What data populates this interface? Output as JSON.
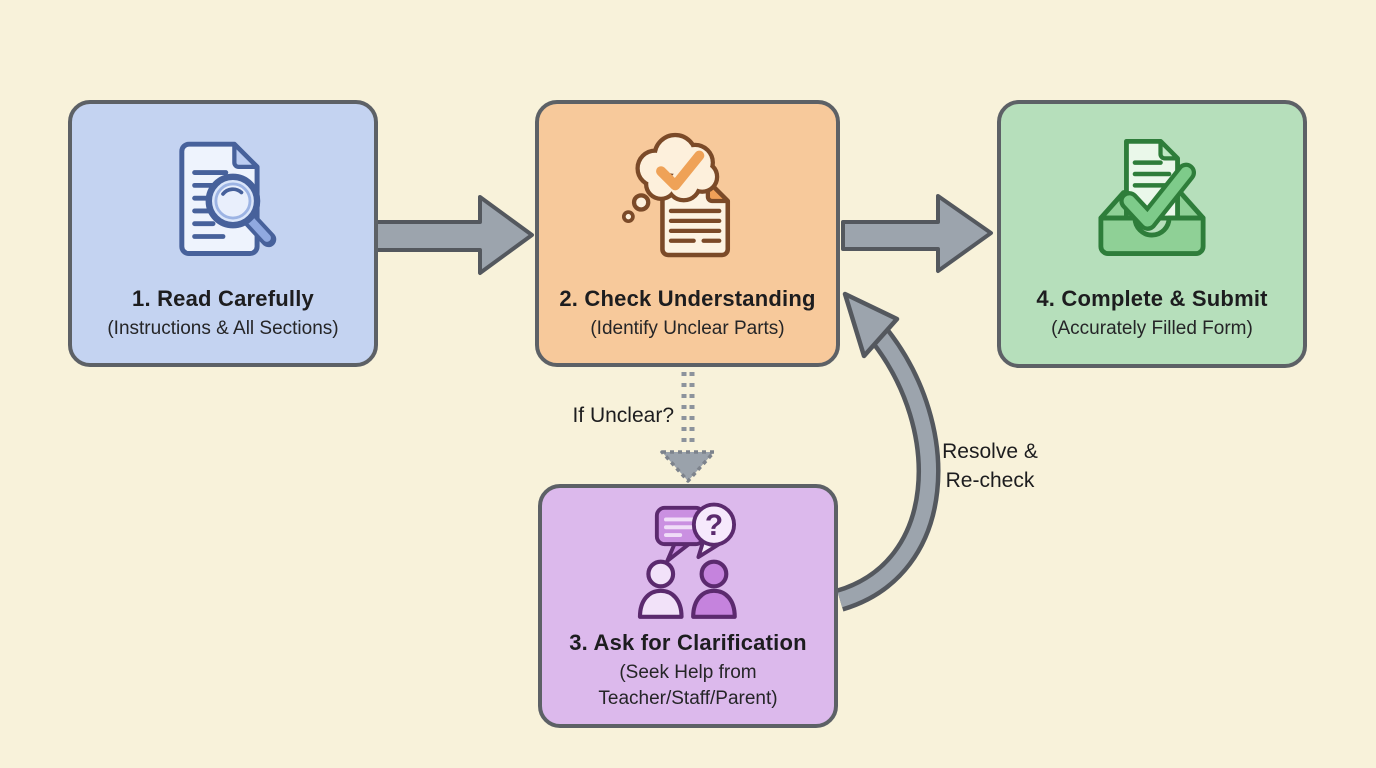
{
  "canvas": {
    "background_color": "#f8f2da",
    "box_border_color": "#5d6166",
    "arrow_fill_color": "#9ca4ad",
    "arrow_stroke_color": "#54585e"
  },
  "steps": [
    {
      "title": "1. Read Carefully",
      "subtitle": "(Instructions & All Sections)",
      "fill": "#c4d3f1",
      "icon": "document-magnifier-icon"
    },
    {
      "title": "2. Check Understanding",
      "subtitle": "(Identify Unclear Parts)",
      "fill": "#f7c99b",
      "icon": "thought-check-document-icon"
    },
    {
      "title": "3. Ask for Clarification",
      "subtitle": "(Seek Help from Teacher/Staff/Parent)",
      "fill": "#dcb9ec",
      "icon": "people-question-icon"
    },
    {
      "title": "4. Complete & Submit",
      "subtitle": "(Accurately Filled Form)",
      "fill": "#b6dfbb",
      "icon": "inbox-check-icon"
    }
  ],
  "connectors": {
    "if_unclear_label": "If Unclear?",
    "resolve_label_line1": "Resolve &",
    "resolve_label_line2": "Re-check"
  }
}
